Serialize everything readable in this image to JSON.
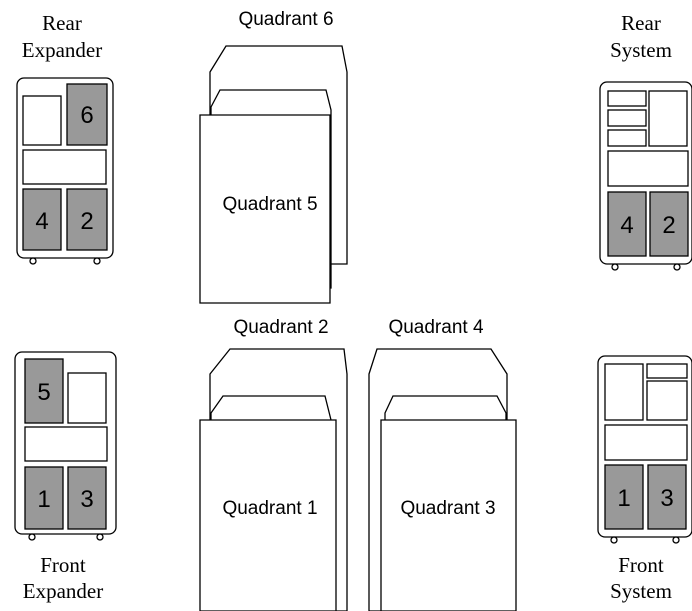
{
  "cabinets": {
    "rear_expander": {
      "line1": "Rear",
      "line2": "Expander",
      "slots": [
        "6",
        "4",
        "2"
      ]
    },
    "rear_system": {
      "line1": "Rear",
      "line2": "System",
      "slots": [
        "4",
        "2"
      ]
    },
    "front_expander": {
      "line1": "Front",
      "line2": "Expander",
      "slots": [
        "5",
        "1",
        "3"
      ]
    },
    "front_system": {
      "line1": "Front",
      "line2": "System",
      "slots": [
        "1",
        "3"
      ]
    }
  },
  "quadrants": {
    "q1": "Quadrant 1",
    "q2": "Quadrant 2",
    "q3": "Quadrant 3",
    "q4": "Quadrant 4",
    "q5": "Quadrant 5",
    "q6": "Quadrant 6"
  },
  "colors": {
    "shaded_slot": "#999999",
    "line": "#000000",
    "background": "#ffffff"
  }
}
